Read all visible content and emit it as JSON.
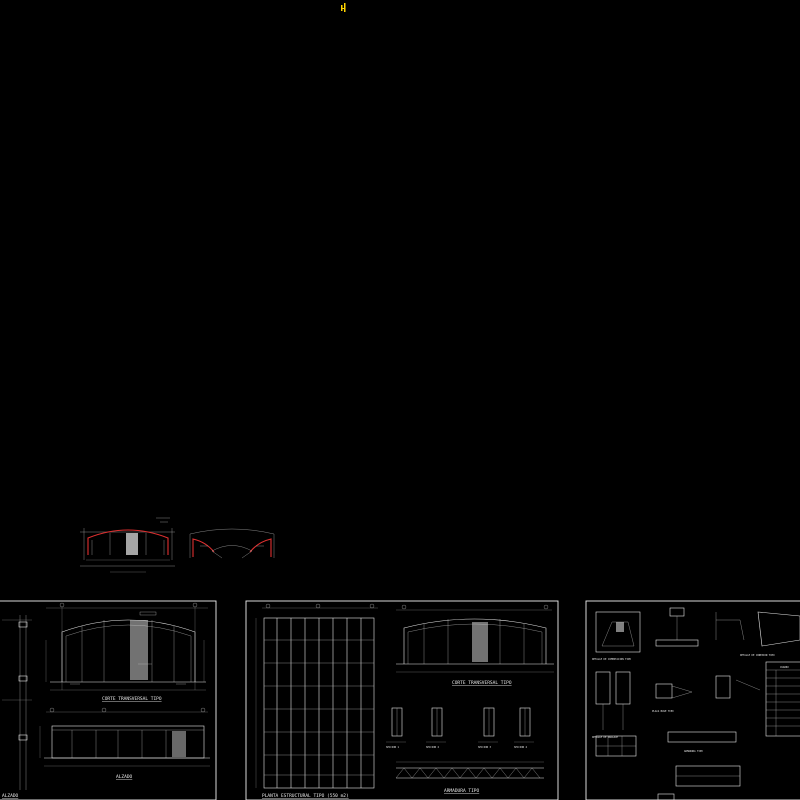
{
  "drawing": {
    "background": "#000000",
    "accent_colors": {
      "linework": "#e6e6e6",
      "frame_red": "#e03030",
      "ucs_marker": "#ffd400"
    }
  },
  "sheet1": {
    "label_section": "CORTE TRANSVERSAL TIPO",
    "label_elevation": "ALZADO",
    "label_left_fragment": "ALZADO"
  },
  "sheet2": {
    "label_plan": "PLANTA ESTRUCTURAL TIPO (550 m2)",
    "label_section": "CORTE TRANSVERSAL TIPO",
    "label_truss": "ARMADURA TIPO",
    "section_labels": [
      "SECCION 1",
      "SECCION 2",
      "SECCION 3",
      "SECCION 4"
    ]
  },
  "sheet3": {
    "label_detail_a": "DETALLE DE CIMENTACION TIPO",
    "label_detail_b": "DETALLE DE CONEXION TIPO",
    "label_plate": "PLACA BASE TIPO",
    "label_anchor": "DETALLE DE ANCLAJE",
    "label_reinf": "ARMADURA TIPO",
    "table_header": "CUADRO"
  }
}
